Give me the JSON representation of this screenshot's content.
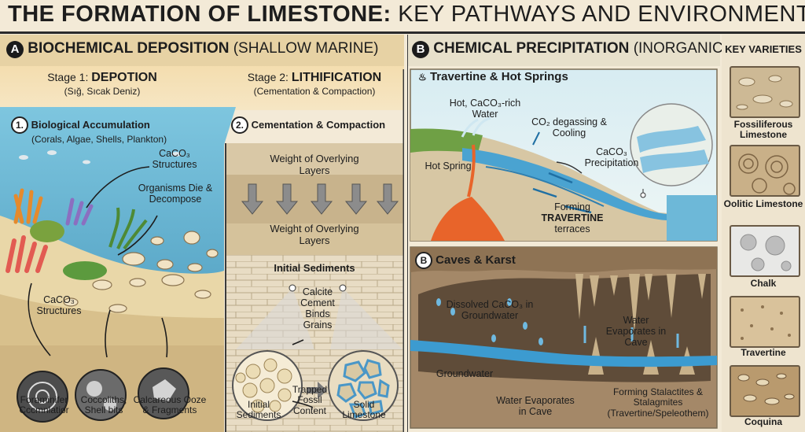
{
  "title": {
    "bold": "THE FORMATION OF LIMESTONE:",
    "light": "KEY PATHWAYS AND ENVIRONMENTS"
  },
  "panel_a": {
    "badge": "A",
    "heading_bold": "BIOCHEMICAL DEPOSITION",
    "heading_light": "(SHALLOW MARINE)",
    "stage1": {
      "prefix": "Stage 1:",
      "name": "DEPOTION",
      "sub": "(Sığ, Sıcak Deniz)"
    },
    "stage2": {
      "prefix": "Stage 2:",
      "name": "LITHIFICATION",
      "sub": "(Cementation & Compaction)"
    },
    "step1": {
      "num": "1.",
      "title": "Biological Accumulation",
      "sub": "(Corals, Algae, Shells, Plankton)"
    },
    "step2": {
      "num": "2.",
      "title": "Cementation & Compaction"
    },
    "caco3_structures_top": "CaCO₃ Structures",
    "organisms_die": "Organisms Die & Decompose",
    "caco3_structures_bottom": "CaCO₃ Structures",
    "weight_1": "Weight of Overlying Layers",
    "weight_2": "Weight of Overlying Layers",
    "initial_sediments_heading": "Initial Sediments",
    "calcite_cement": "Calcite Cement Binds Grains",
    "trapped_fossil": "Trapped Fossil Content",
    "initial_sediments_label": "Initial Sediments",
    "solid_limestone": "Solid Limestone",
    "microfossils": [
      {
        "label": "Foraminifer Cccmnlatior"
      },
      {
        "label": "Coccoliths, Shell bits"
      },
      {
        "label": "Calcareous Ooze & Fragments"
      }
    ]
  },
  "panel_b": {
    "badge": "B",
    "heading_bold": "CHEMICAL PRECIPITATION",
    "heading_light": "(INORGANIC)",
    "travertine_title": "Travertine & Hot Springs",
    "hot_water": "Hot, CaCO₃-rich Water",
    "co2_degassing": "CO₂ degassing & Cooling",
    "caco3_precip": "CaCO₃ Precipitation",
    "hot_spring": "Hot Spring",
    "forming": "Forming",
    "travertine_word": "TRAVERTINE",
    "terraces": "terraces",
    "caves_badge": "B",
    "caves_title": "Caves & Karst",
    "dissolved": "Dissolved CaCO₃ in Groundwater",
    "water_evap_cave_top": "Water Evaporates in Cave",
    "groundwater": "Groundwater",
    "water_evap_cave_bottom": "Water Evaporates in Cave",
    "forming_stalactites": "Forming Stalactites & Stalagmites (Travertine/Speleothem)"
  },
  "varieties": {
    "heading": "KEY VARIETIES",
    "items": [
      {
        "label": "Fossiliferous Limestone",
        "icon": "fossil-texture"
      },
      {
        "label": "Oolitic Limestone",
        "icon": "ooid-texture"
      },
      {
        "label": "Chalk",
        "icon": "chalk-texture"
      },
      {
        "label": "Travertine",
        "icon": "travertine-texture"
      },
      {
        "label": "Coquina",
        "icon": "coquina-texture"
      }
    ]
  }
}
